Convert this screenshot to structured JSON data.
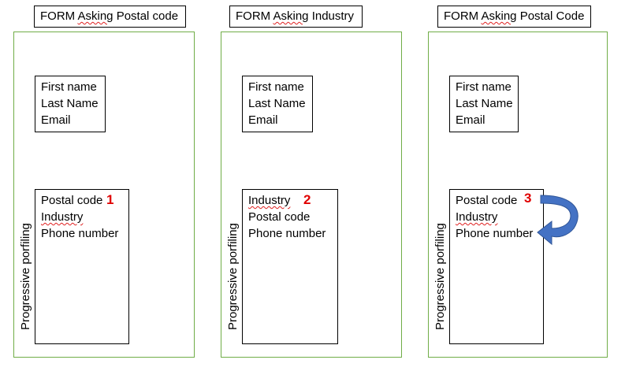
{
  "panels": [
    {
      "title_pre": "FORM ",
      "title_squiggle": "Asking",
      "title_post": " Postal code",
      "contact": {
        "first": "First name",
        "last": "Last Name",
        "email": "Email"
      },
      "fields": [
        "Postal code",
        "Industry",
        "Phone number"
      ],
      "number": "1",
      "side_label": "Progressive porfiling"
    },
    {
      "title_pre": "FORM ",
      "title_squiggle": "Asking",
      "title_post": " Industry",
      "contact": {
        "first": "First name",
        "last": "Last Name",
        "email": "Email"
      },
      "fields": [
        "Industry",
        "Postal code",
        "Phone number"
      ],
      "number": "2",
      "side_label": "Progressive porfiling"
    },
    {
      "title_pre": "FORM ",
      "title_squiggle": "Asking",
      "title_post": " Postal Code",
      "contact": {
        "first": "First name",
        "last": "Last Name",
        "email": "Email"
      },
      "fields": [
        "Postal code",
        "Industry",
        "Phone number"
      ],
      "number": "3",
      "side_label": "Progressive porfiling"
    }
  ],
  "colors": {
    "panel_border": "#70ad47",
    "number": "#e00000",
    "arrow": "#4472c4"
  }
}
